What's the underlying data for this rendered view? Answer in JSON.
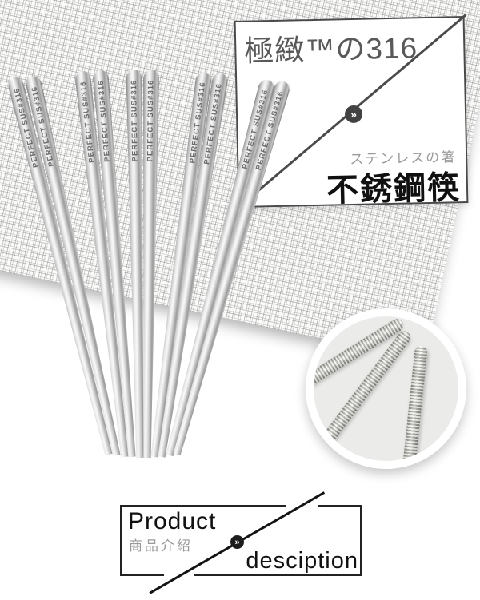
{
  "top_panel": {
    "headline": "極緻™の316",
    "subtitle_jp": "ステンレスの箸",
    "title_zh": "不銹鋼筷",
    "chevron": "»"
  },
  "chopsticks": {
    "engraving": "PERFECT SUS#316"
  },
  "bottom_panel": {
    "title_en": "Product",
    "subtitle_zh": "商品介紹",
    "title_en2": "desciption",
    "chevron": "»"
  },
  "colors": {
    "panel_border_top": "#4a4a4a",
    "panel_border_bottom": "#222222",
    "headline_gray": "#595959",
    "subtitle_gray": "#9a9a9a",
    "title_black": "#111111",
    "badge_dark": "#424242",
    "steel_light": "#f0f0f0",
    "steel_dark": "#7e7e7e"
  }
}
